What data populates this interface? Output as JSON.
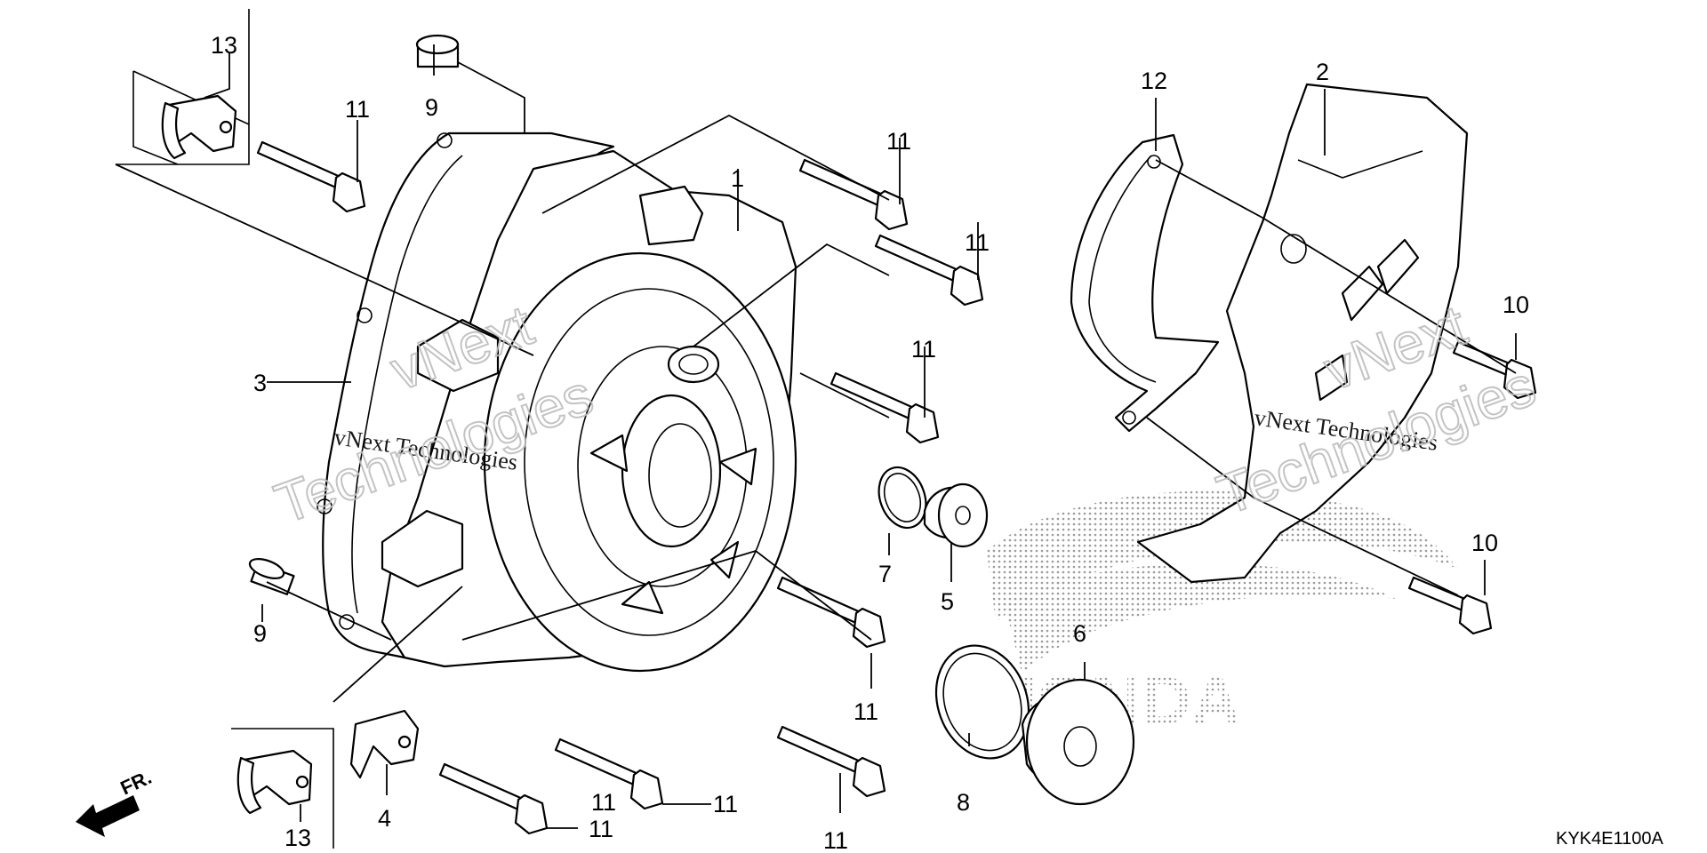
{
  "diagram": {
    "part_numbers": [
      "1",
      "2",
      "3",
      "4",
      "5",
      "6",
      "7",
      "8",
      "9",
      "10",
      "11",
      "12",
      "13"
    ],
    "labels": {
      "p1": "1",
      "p2": "2",
      "p3": "3",
      "p4": "4",
      "p5": "5",
      "p6": "6",
      "p7": "7",
      "p8": "8",
      "p9a": "9",
      "p9b": "9",
      "p10a": "10",
      "p10b": "10",
      "p11a": "11",
      "p11b": "11",
      "p11c": "11",
      "p11d": "11",
      "p11e": "11",
      "p11f": "11",
      "p11g": "11",
      "p11h": "11",
      "p11i": "11",
      "p12": "12",
      "p13a": "13",
      "p13b": "13"
    },
    "direction_label": "FR.",
    "drawing_code": "KYK4E1100A",
    "watermark": {
      "line1": "vNext Technologies",
      "line2": "Technologies",
      "line3": "vNext"
    },
    "brand_watermark": "HONDA"
  }
}
